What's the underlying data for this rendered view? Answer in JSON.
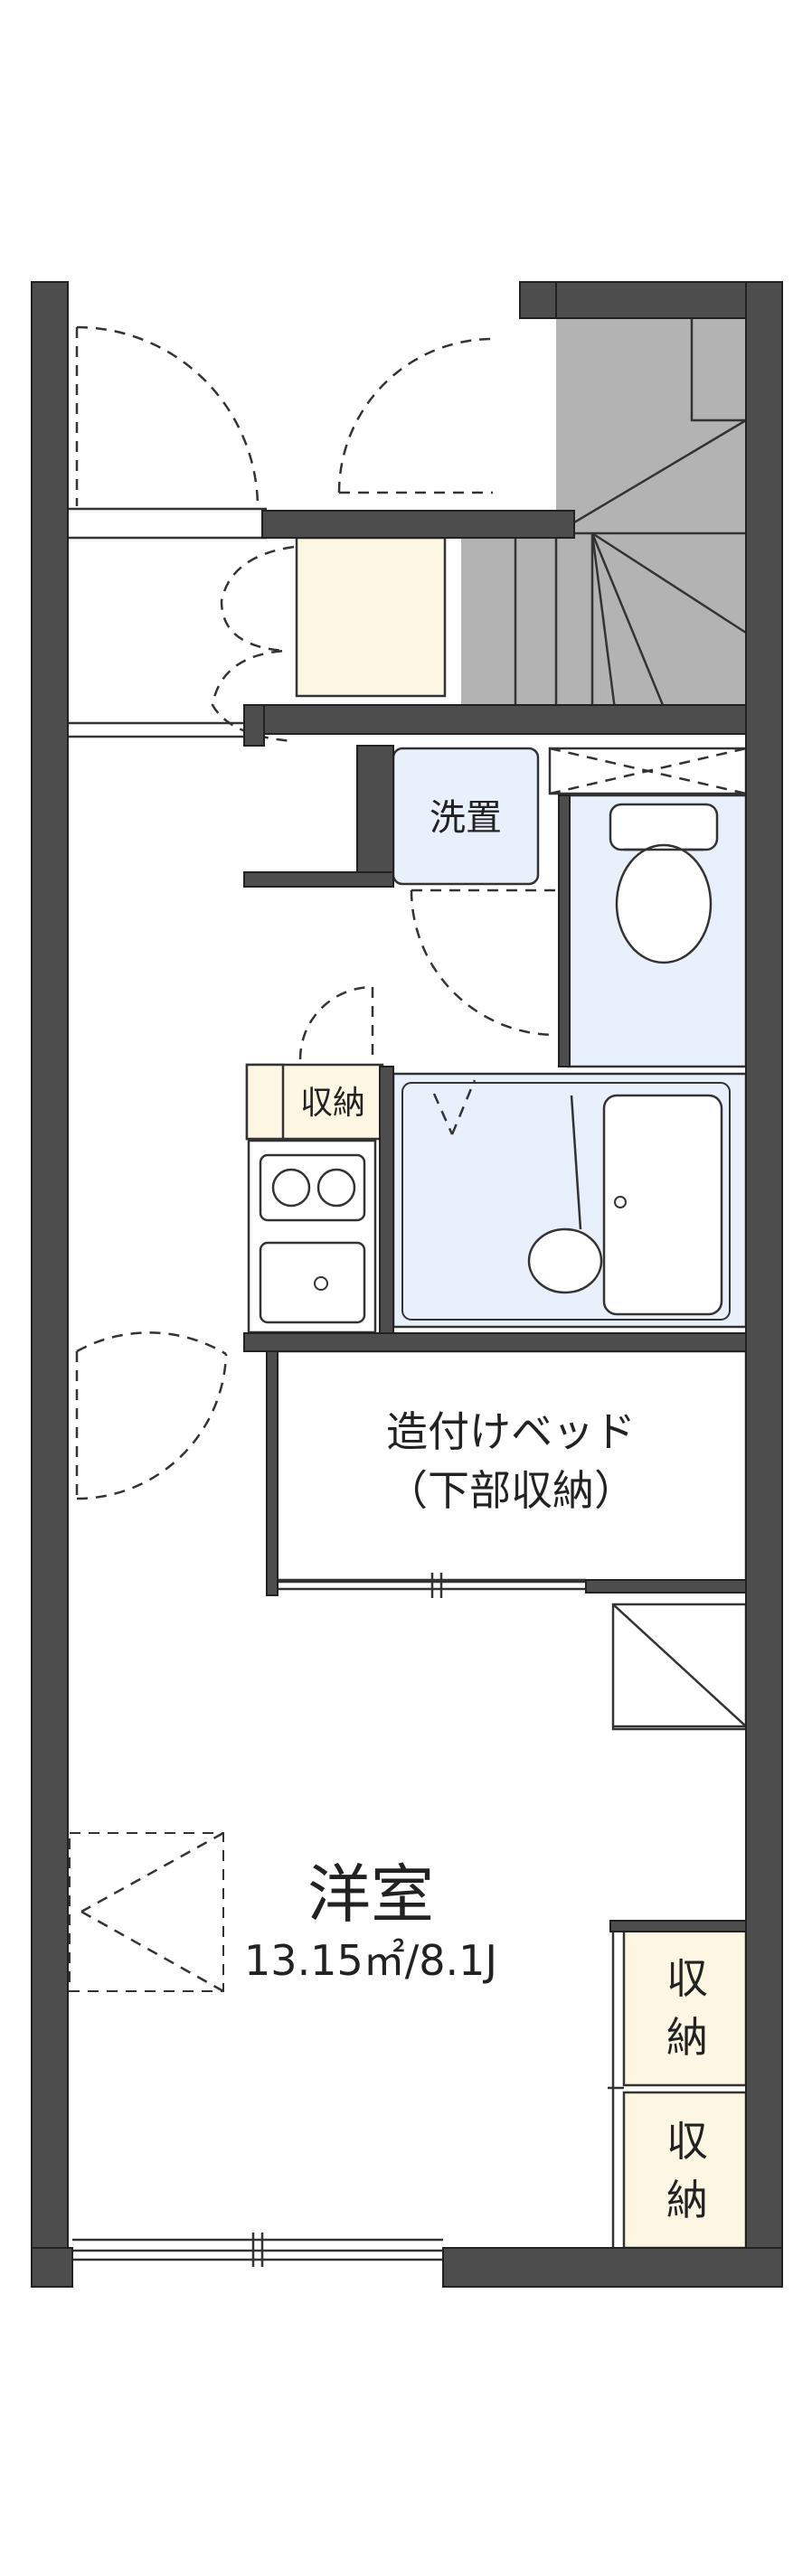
{
  "floor_plan": {
    "rooms": {
      "laundry": {
        "label": "洗置"
      },
      "storage_kitchen": {
        "label": "収納"
      },
      "loft_bed": {
        "label_line1": "造付けベッド",
        "label_line2": "（下部収納）"
      },
      "western_room": {
        "label": "洋室",
        "area": "13.15㎡/8.1J"
      },
      "closet_1": {
        "label_line1": "収",
        "label_line2": "納"
      },
      "closet_2": {
        "label_line1": "収",
        "label_line2": "納"
      }
    },
    "colors": {
      "wall": "#4d4d4d",
      "bath_fill": "#e8f0fc",
      "storage_fill": "#fdf6e3",
      "stair_fill": "#b3b3b3"
    }
  }
}
